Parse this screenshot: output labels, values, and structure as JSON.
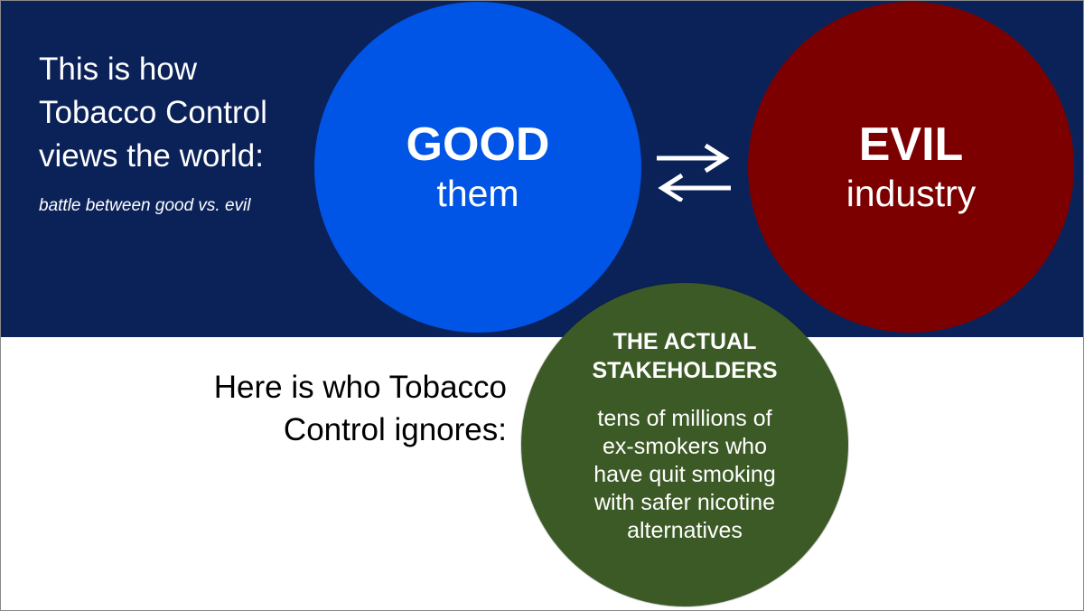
{
  "intro": {
    "lines": [
      "This is how",
      "Tobacco Control",
      "views the world:"
    ],
    "subtitle": "battle between good vs. evil"
  },
  "good": {
    "title": "GOOD",
    "subtitle": "them"
  },
  "evil": {
    "title": "EVIL",
    "subtitle": "industry"
  },
  "ignores": {
    "lines": [
      "Here is who Tobacco",
      "Control ignores:"
    ]
  },
  "actual": {
    "title_lines": [
      "THE ACTUAL",
      "STAKEHOLDERS"
    ],
    "desc_lines": [
      "tens of millions of",
      "ex-smokers who",
      "have quit smoking",
      "with safer nicotine",
      "alternatives"
    ]
  },
  "colors": {
    "top_band": "#0b2259",
    "good_circle": "#0055e6",
    "evil_circle": "#7c0000",
    "actual_circle": "#3c5a25",
    "background": "#ffffff"
  },
  "icons": [
    "arrow-right-icon",
    "arrow-left-icon"
  ]
}
